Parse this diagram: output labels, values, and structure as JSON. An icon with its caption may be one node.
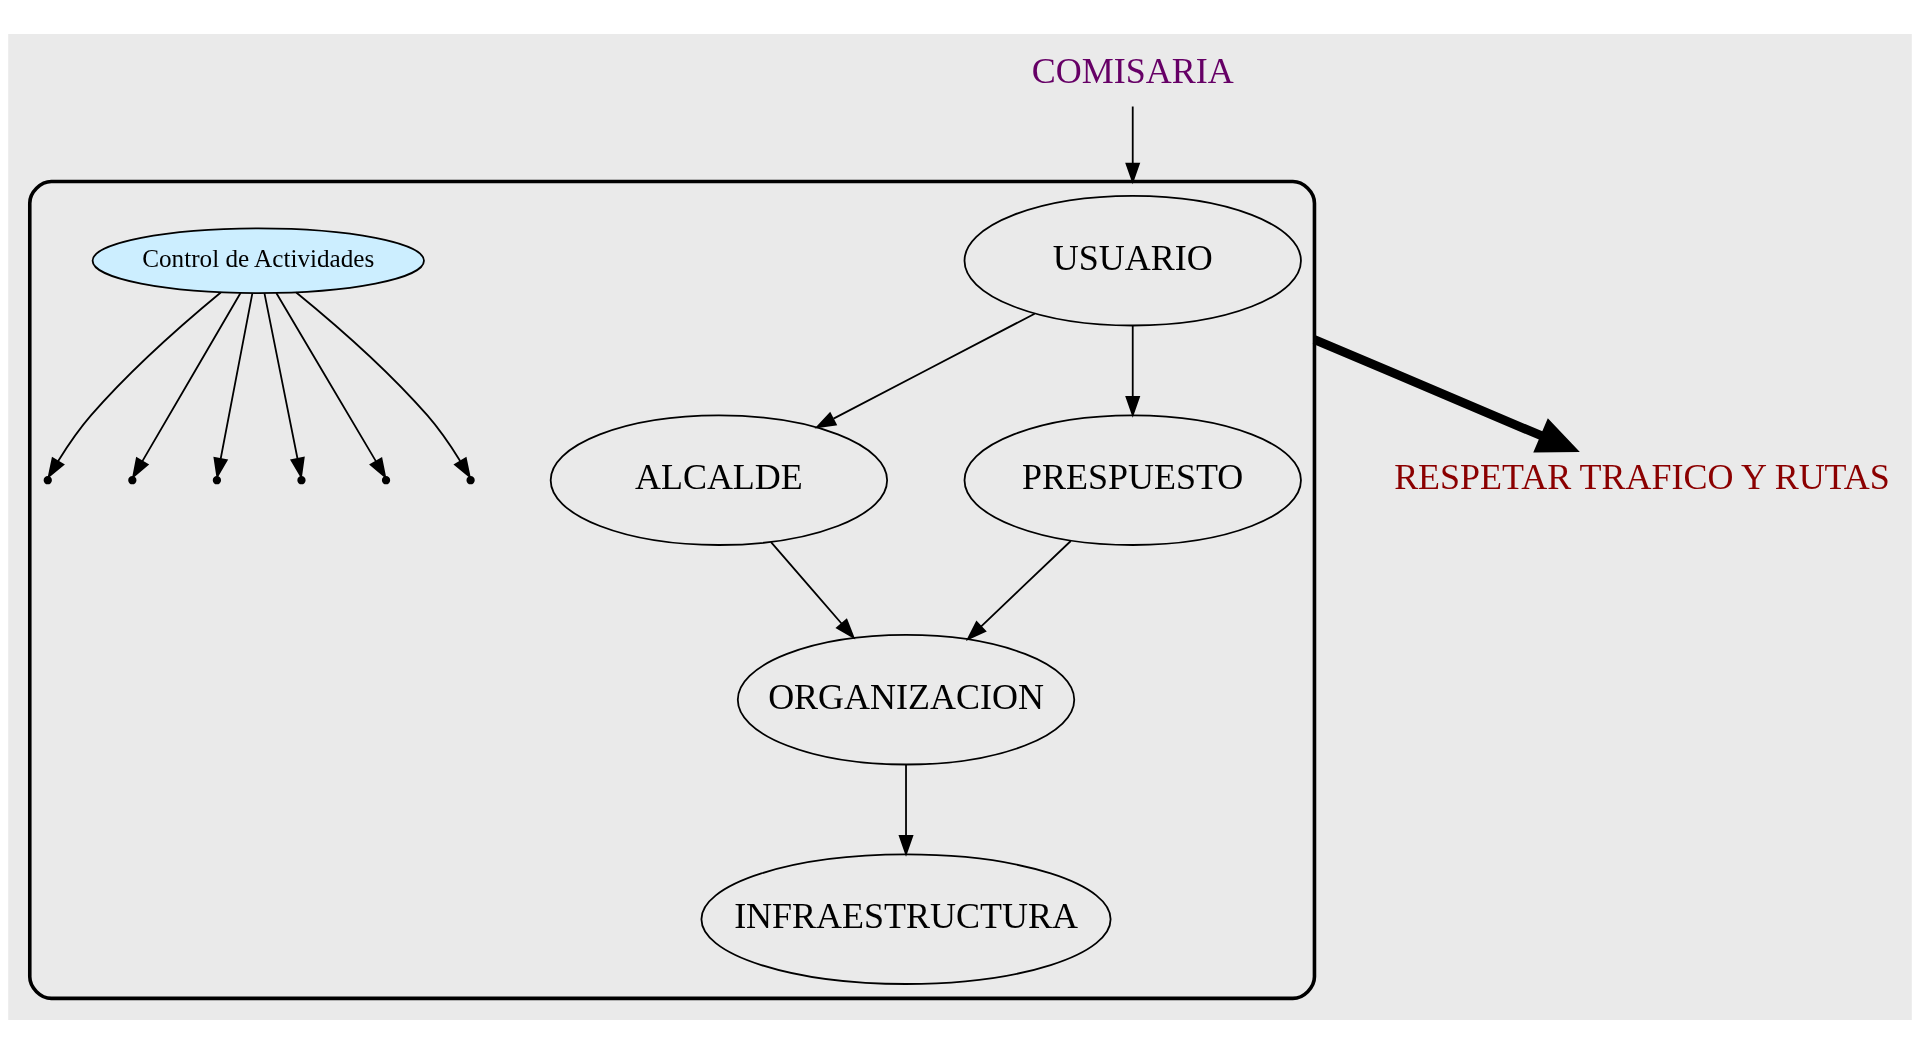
{
  "diagram": {
    "nodes": [
      {
        "text": [],
        "shape": "cloud"
      },
      {
        "text": [
          "COMISARIA"
        ]
      },
      {
        "text": [
          "USUARIO"
        ],
        "in": 0
      },
      {
        "text": [
          "ALCALDE"
        ],
        "in": 0
      },
      {
        "text": [
          "PRESPUESTO"
        ],
        "in": 0
      },
      {
        "text": [
          "INFRAESTRUCTURA"
        ],
        "in": 0
      },
      {
        "text": [
          "ORGANIZACION"
        ],
        "in": 0
      },
      {
        "text": [
          "Control de Actividades"
        ],
        "in": 0
      },
      {
        "text": [
          "RESPETAR TRAFICO Y RUTAS"
        ]
      }
    ],
    "edges": [
      {
        "from": 2,
        "to": 3,
        "arrow": "to"
      },
      {
        "from": 2,
        "to": 4,
        "arrow": "to"
      },
      {
        "from": 3,
        "to": 6,
        "arrow": "to"
      },
      {
        "from": 4,
        "to": 6,
        "arrow": "to"
      },
      {
        "from": 6,
        "to": 5,
        "arrow": "to"
      },
      {
        "from": 1,
        "to": 0,
        "arrow": "to"
      },
      {
        "from": 0,
        "to": 8,
        "arrow": "to",
        "style": "thick"
      },
      {
        "from": 7,
        "to": null,
        "arrow": "to"
      },
      {
        "from": 7,
        "to": null,
        "arrow": "to"
      },
      {
        "from": 7,
        "to": null,
        "arrow": "to"
      },
      {
        "from": 7,
        "to": null,
        "arrow": "to"
      },
      {
        "from": 7,
        "to": null,
        "arrow": "to"
      },
      {
        "from": 7,
        "to": null,
        "arrow": "to"
      }
    ]
  }
}
